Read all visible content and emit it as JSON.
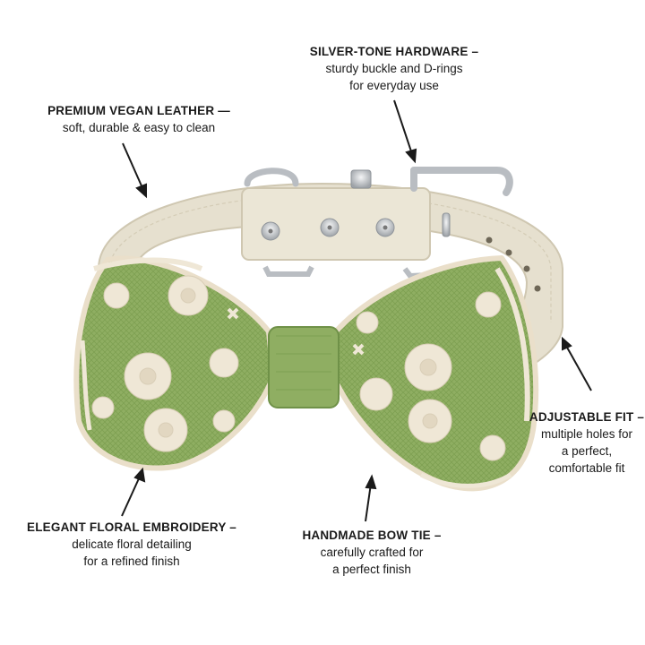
{
  "callouts": {
    "hardware": {
      "title": "SILVER-TONE HARDWARE –",
      "lines": [
        "sturdy buckle and D-rings",
        "for everyday use"
      ]
    },
    "leather": {
      "title": "PREMIUM VEGAN LEATHER —",
      "lines": [
        "soft, durable & easy to clean"
      ]
    },
    "fit": {
      "title": "ADJUSTABLE FIT –",
      "lines": [
        "multiple holes for",
        "a perfect,",
        "comfortable fit"
      ]
    },
    "embroidery": {
      "title": "ELEGANT FLORAL EMBROIDERY –",
      "lines": [
        "delicate floral detailing",
        "for a refined finish"
      ]
    },
    "bowtie": {
      "title": "HANDMADE BOW TIE –",
      "lines": [
        "carefully crafted for",
        "a perfect finish"
      ]
    }
  },
  "colors": {
    "background": "#ffffff",
    "leather": "#e6e0cf",
    "leather_shadow": "#cfc7b1",
    "metal": "#c9ccd0",
    "lace": "#efe7d6",
    "bow_green": "#8fae62",
    "bow_green_dark": "#6f9148"
  }
}
